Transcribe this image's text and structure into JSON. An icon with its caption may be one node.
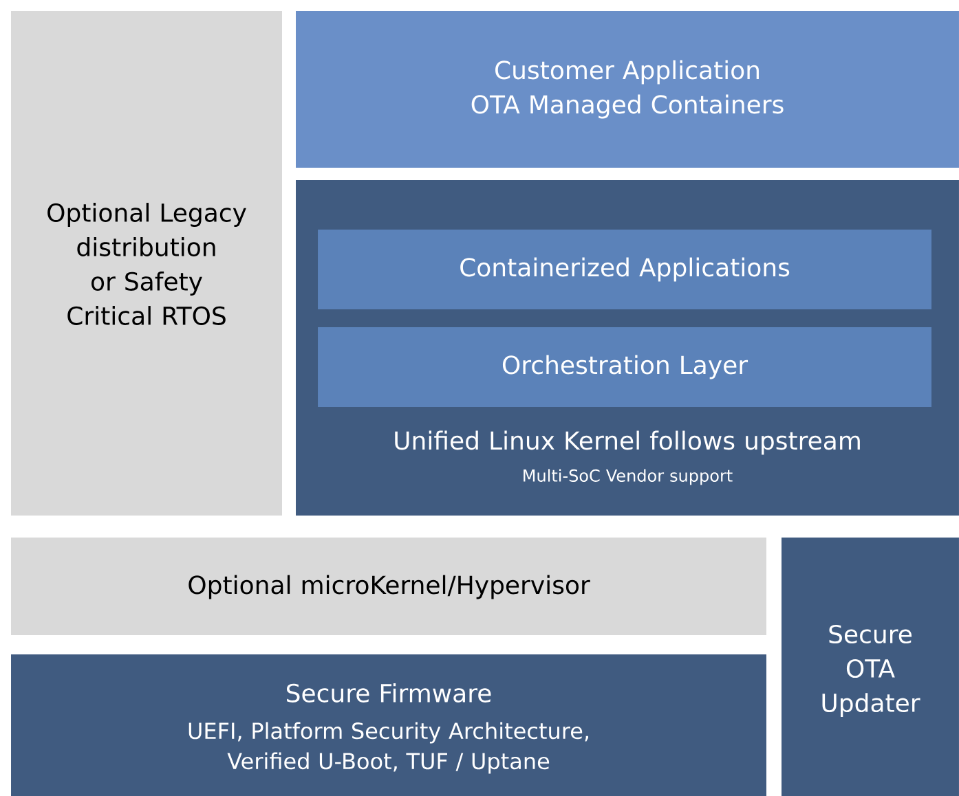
{
  "diagram": {
    "nodes": [
      {
        "text": [
          "Optional Legacy distribution or Safety Critical RTOS"
        ]
      },
      {
        "text": [
          "Customer Application OTA Managed Containers"
        ]
      },
      {
        "text": [
          "Unified Linux Kernel follows upstream",
          "Multi-SoC Vendor support"
        ]
      },
      {
        "text": [
          "Containerized Applications"
        ],
        "in": 2
      },
      {
        "text": [
          "Orchestration Layer"
        ],
        "in": 2
      },
      {
        "text": [
          "Optional microKernel/Hypervisor"
        ]
      },
      {
        "text": [
          "Secure Firmware",
          "UEFI, Platform Security Architecture, Verified U-Boot, TUF / Uptane"
        ]
      },
      {
        "text": [
          "Secure OTA Updater"
        ]
      }
    ]
  }
}
